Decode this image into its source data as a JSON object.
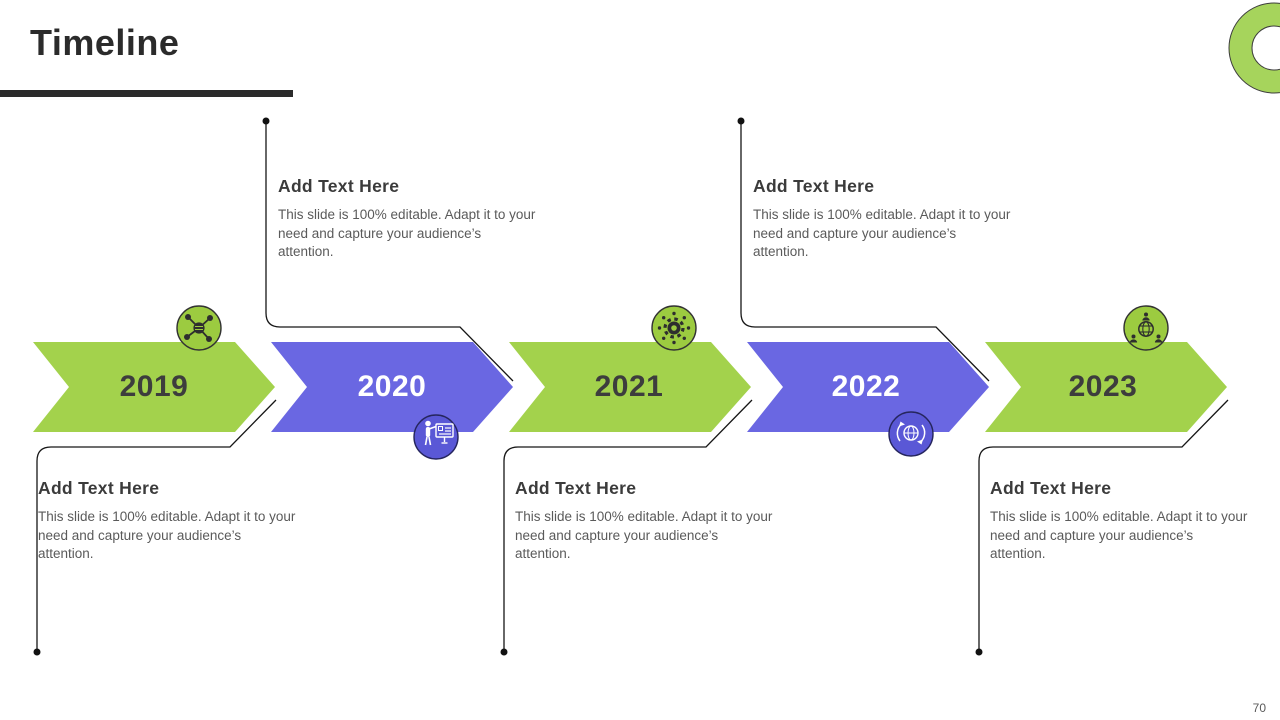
{
  "slide": {
    "title": "Timeline",
    "page_number": "70",
    "accent_green": "#a3d24c",
    "accent_purple": "#6a67e2",
    "line_color": "#161616",
    "text_dark": "#3b3b3b",
    "text_body": "#5a5a5a"
  },
  "timeline": {
    "items": [
      {
        "year": "2019",
        "color": "green",
        "icon": "network-icon"
      },
      {
        "year": "2020",
        "color": "purple",
        "icon": "presentation-icon"
      },
      {
        "year": "2021",
        "color": "green",
        "icon": "gear-icon"
      },
      {
        "year": "2022",
        "color": "purple",
        "icon": "globe-sync-icon"
      },
      {
        "year": "2023",
        "color": "green",
        "icon": "globe-team-icon"
      }
    ]
  },
  "callouts": {
    "heading": "Add Text Here",
    "body": "This slide is 100% editable. Adapt it to your need and capture your audience’s attention."
  }
}
